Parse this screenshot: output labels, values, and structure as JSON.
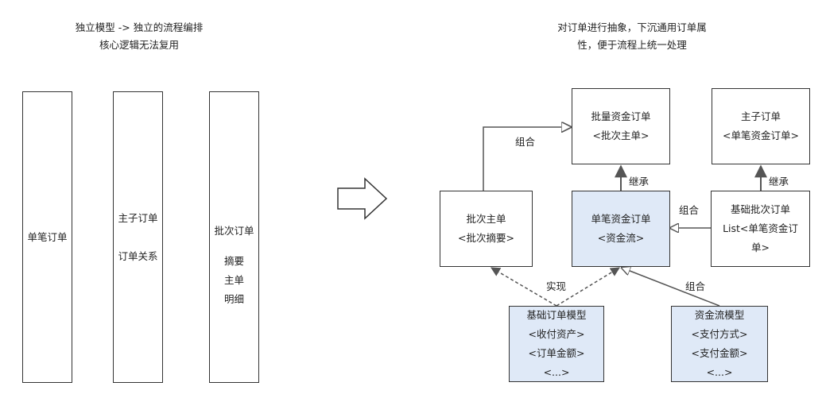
{
  "left": {
    "caption": [
      "独立模型 -> 独立的流程编排",
      "核心逻辑无法复用"
    ],
    "columns": [
      {
        "lines": [
          "单笔订单"
        ]
      },
      {
        "lines": [
          "主子订单",
          "",
          "订单关系"
        ]
      },
      {
        "lines": [
          "批次订单",
          "",
          "摘要",
          "主单",
          "明细"
        ]
      }
    ]
  },
  "right": {
    "caption": [
      "对订单进行抽象，下沉通用订单属",
      "性，便于流程上统一处理"
    ],
    "boxes": {
      "batch_fund_order": [
        "批量资金订单",
        "<批次主单>"
      ],
      "master_sub_order": [
        "主子订单",
        "<单笔资金订单>"
      ],
      "batch_master": [
        "批次主单",
        "<批次摘要>"
      ],
      "single_fund_order": [
        "单笔资金订单",
        "<资金流>"
      ],
      "base_batch_order": [
        "基础批次订单",
        "List<单笔资金订",
        "单>"
      ],
      "base_order_model": [
        "基础订单模型",
        "<收付资产>",
        "<订单金额>",
        "<...>"
      ],
      "fund_flow_model": [
        "资金流模型",
        "<支付方式>",
        "<支付金额>",
        "<...>"
      ]
    },
    "edge_labels": {
      "combine_top": "组合",
      "inherit_mid": "继承",
      "inherit_right": "继承",
      "combine_right": "组合",
      "implement": "实现",
      "combine_bottom": "组合"
    }
  },
  "colors": {
    "border": "#333333",
    "highlight_fill": "#dfe9f7",
    "arrow": "#666666"
  }
}
